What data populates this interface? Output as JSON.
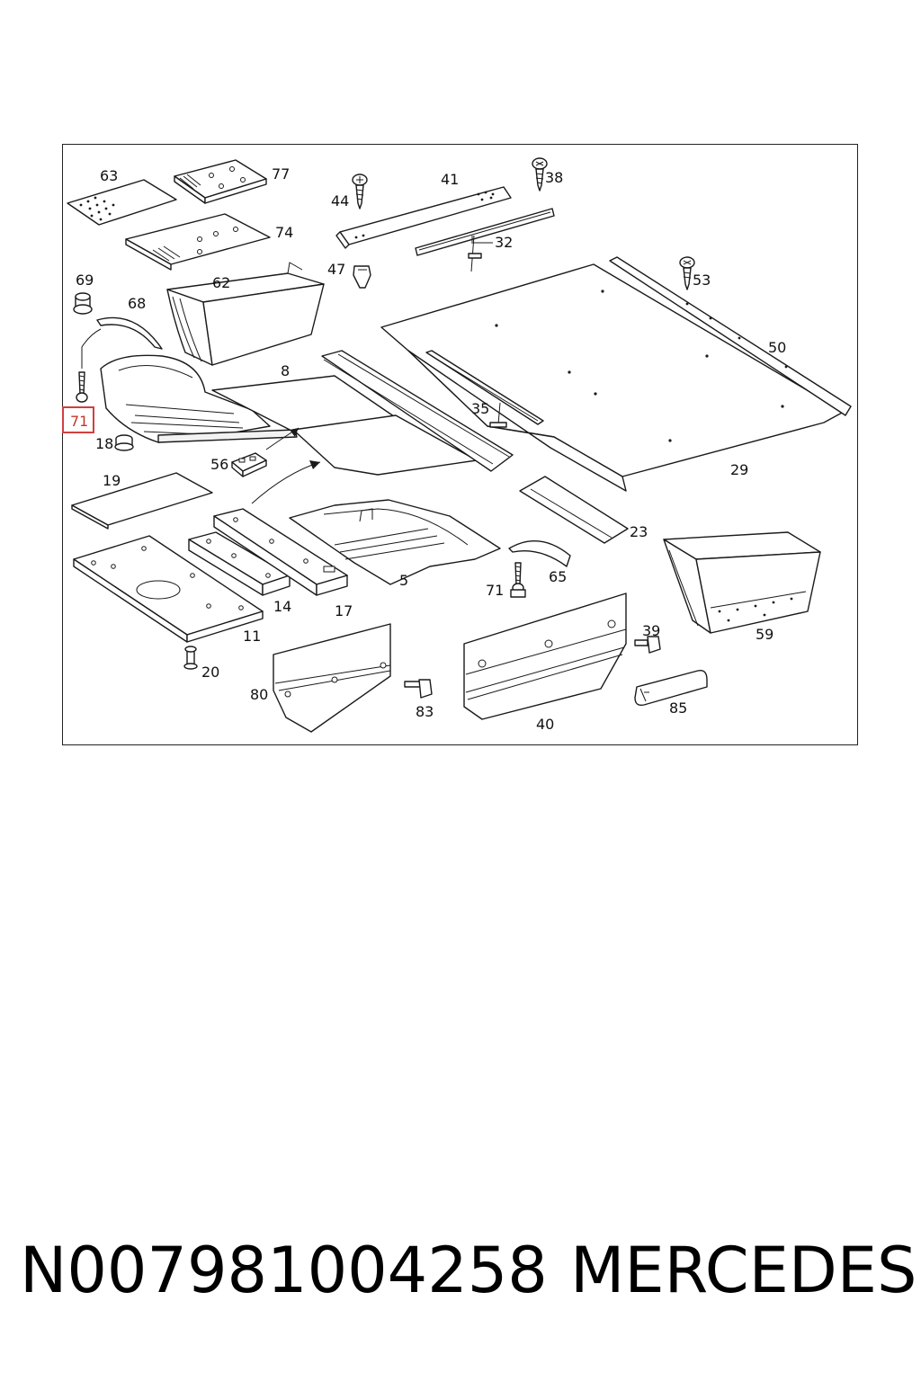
{
  "diagram": {
    "highlighted_label": "71",
    "callouts": [
      "63",
      "77",
      "41",
      "38",
      "44",
      "32",
      "47",
      "53",
      "74",
      "69",
      "68",
      "62",
      "50",
      "8",
      "35",
      "71",
      "18",
      "56",
      "29",
      "19",
      "23",
      "65",
      "71",
      "5",
      "14",
      "17",
      "11",
      "20",
      "39",
      "59",
      "80",
      "83",
      "40",
      "85"
    ]
  },
  "footer": {
    "part_number": "N007981004258",
    "brand": "MERCEDES"
  }
}
